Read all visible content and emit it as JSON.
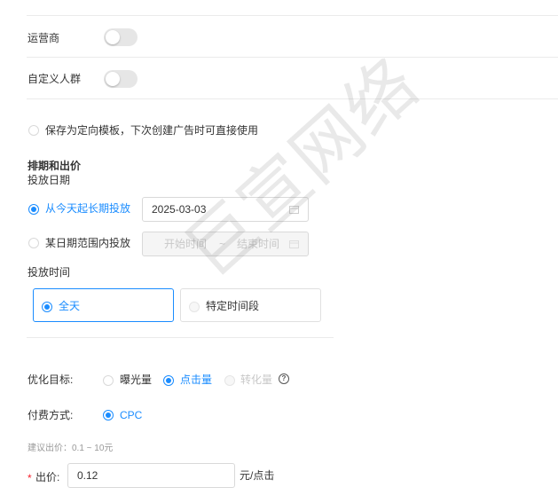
{
  "operator": {
    "label": "运营商",
    "enabled": false
  },
  "custom_audience": {
    "label": "自定义人群",
    "enabled": false
  },
  "save_template": {
    "label": "保存为定向模板，下次创建广告时可直接使用",
    "checked": false
  },
  "schedule": {
    "section_title": "排期和出价",
    "date_label": "投放日期",
    "long_term": {
      "label": "从今天起长期投放",
      "date_value": "2025-03-03"
    },
    "date_range": {
      "label": "某日期范围内投放",
      "start_placeholder": "开始时间",
      "separator": "~",
      "end_placeholder": "结束时间"
    },
    "time_label": "投放时间",
    "all_day": "全天",
    "specific": "特定时间段"
  },
  "optimization": {
    "label": "优化目标:",
    "options": [
      {
        "label": "曝光量",
        "state": "unchecked"
      },
      {
        "label": "点击量",
        "state": "checked"
      },
      {
        "label": "转化量",
        "state": "disabled"
      }
    ],
    "help_icon": "question-circle-icon",
    "help_glyph": "?"
  },
  "payment": {
    "label": "付费方式:",
    "option": "CPC"
  },
  "bid": {
    "suggestion": "建议出价：0.1 ~ 10元",
    "required_mark": "*",
    "label": "出价:",
    "value": "0.12",
    "unit": "元/点击"
  },
  "watermark": "巨宣网络",
  "colors": {
    "accent": "#1a8cff",
    "required": "#f5222d",
    "divider": "#ebebeb"
  }
}
